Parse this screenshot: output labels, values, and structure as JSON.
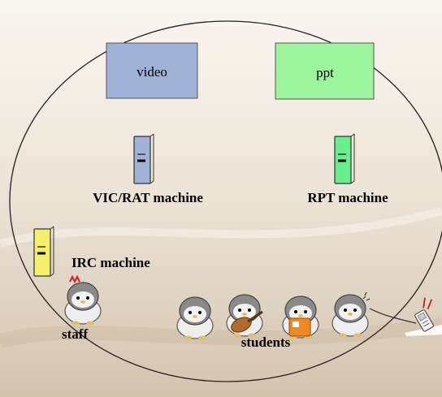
{
  "colors": {
    "background_top": "#f7f3ec",
    "background_bottom": "#d6c8b3",
    "ellipse_stroke": "#222222",
    "video_box": "#9fb3d6",
    "ppt_box": "#9cf59c",
    "vic_machine": "#9fb3d6",
    "rpt_machine": "#66f08c",
    "irc_machine": "#f5f06a"
  },
  "boxes": {
    "video": "video",
    "ppt": "ppt"
  },
  "machines": {
    "vic_rat": "VIC/RAT machine",
    "rpt": "RPT machine",
    "irc": "IRC machine"
  },
  "people": {
    "staff": "staff",
    "students": "students"
  },
  "icons": {
    "computer": "tower-computer-icon",
    "penguin": "penguin-icon",
    "device": "handheld-device-icon"
  }
}
